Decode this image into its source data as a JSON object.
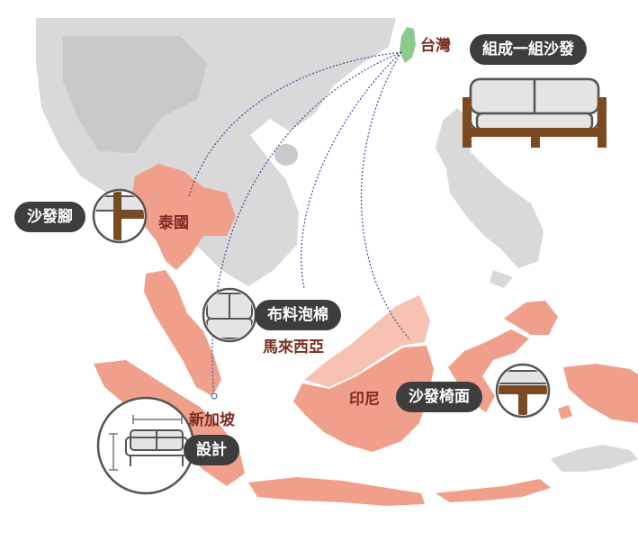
{
  "labels": {
    "taiwan": "台灣",
    "thailand": "泰國",
    "malaysia": "馬來西亞",
    "singapore": "新加坡",
    "indonesia": "印尼"
  },
  "callouts": {
    "sofa_set": "組成一組沙發",
    "sofa_legs": "沙發腳",
    "fabric_foam": "布料泡棉",
    "design": "設計",
    "sofa_frame": "沙發椅面"
  },
  "colors": {
    "background_land": "#d9d9d9",
    "highlight_country": "#f0a08a",
    "highlight_secondary": "#f7c2b2",
    "taiwan": "#8cc98c",
    "callout_pill": "#3d3d3d",
    "country_label": "#7b2d22",
    "route_line": "#3a4fa0",
    "wood": "#7a4a22"
  },
  "icons": [
    "sofa-icon",
    "sofa-leg-icon",
    "cushion-icon",
    "sofa-dimension-icon",
    "sofa-seat-frame-icon"
  ]
}
